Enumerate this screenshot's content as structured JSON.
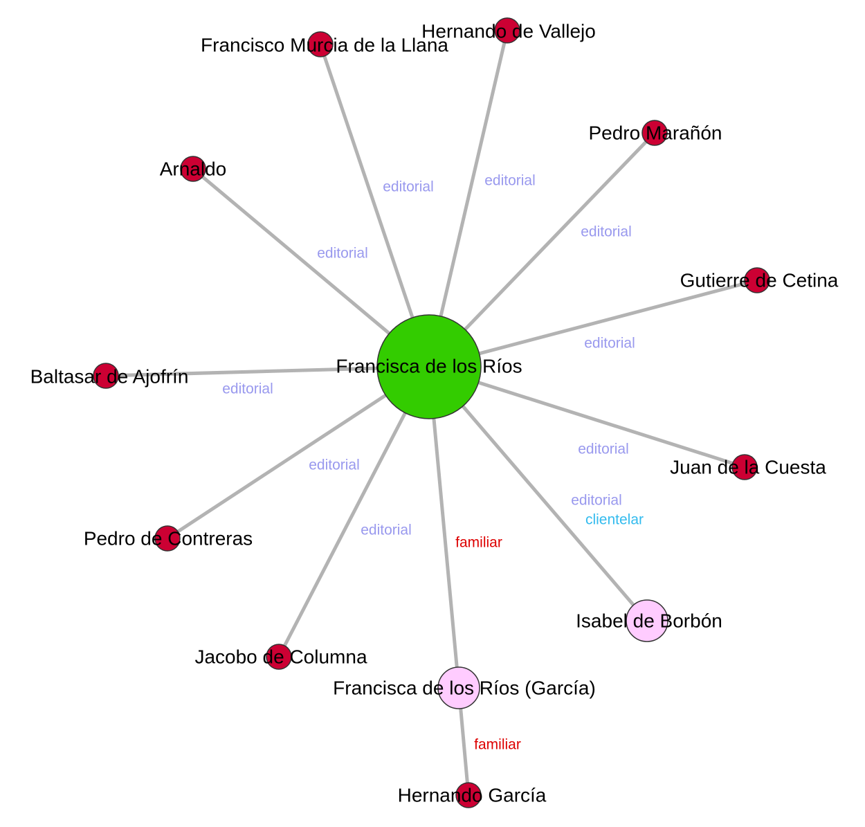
{
  "colors": {
    "center": "#33cc00",
    "person": "#cc0033",
    "secondary": "#ffccff",
    "edge": "#b3b3b3",
    "editorial": "#9999ee",
    "familiar": "#dd0000",
    "clientelar": "#33bbee"
  },
  "nodes": [
    {
      "id": "center",
      "label": "Francisca de los Ríos",
      "type": "center"
    },
    {
      "id": "murcia",
      "label": "Francisco Murcia de la Llana",
      "type": "person"
    },
    {
      "id": "vallejo",
      "label": "Hernando de Vallejo",
      "type": "person"
    },
    {
      "id": "maranon",
      "label": "Pedro Marañón",
      "type": "person"
    },
    {
      "id": "arnaldo",
      "label": "Arnaldo",
      "type": "person"
    },
    {
      "id": "cetina",
      "label": "Gutierre de Cetina",
      "type": "person"
    },
    {
      "id": "ajofrin",
      "label": "Baltasar de Ajofrín",
      "type": "person"
    },
    {
      "id": "cuesta",
      "label": "Juan de la Cuesta",
      "type": "person"
    },
    {
      "id": "contreras",
      "label": "Pedro de Contreras",
      "type": "person"
    },
    {
      "id": "columna",
      "label": "Jacobo de Columna",
      "type": "person"
    },
    {
      "id": "borbon",
      "label": "Isabel de Borbón",
      "type": "secondary"
    },
    {
      "id": "garcia_f",
      "label": "Francisca de los Ríos (García)",
      "type": "secondary"
    },
    {
      "id": "garcia_h",
      "label": "Hernando García",
      "type": "person"
    }
  ],
  "edges": [
    {
      "from": "center",
      "to": "murcia",
      "labels": [
        "editorial"
      ]
    },
    {
      "from": "center",
      "to": "vallejo",
      "labels": [
        "editorial"
      ]
    },
    {
      "from": "center",
      "to": "maranon",
      "labels": [
        "editorial"
      ]
    },
    {
      "from": "center",
      "to": "arnaldo",
      "labels": [
        "editorial"
      ]
    },
    {
      "from": "center",
      "to": "cetina",
      "labels": [
        "editorial"
      ]
    },
    {
      "from": "center",
      "to": "ajofrin",
      "labels": [
        "editorial"
      ]
    },
    {
      "from": "center",
      "to": "cuesta",
      "labels": [
        "editorial"
      ]
    },
    {
      "from": "center",
      "to": "contreras",
      "labels": [
        "editorial"
      ]
    },
    {
      "from": "center",
      "to": "columna",
      "labels": [
        "editorial"
      ]
    },
    {
      "from": "center",
      "to": "borbon",
      "labels": [
        "editorial",
        "clientelar"
      ]
    },
    {
      "from": "center",
      "to": "garcia_f",
      "labels": [
        "familiar"
      ]
    },
    {
      "from": "garcia_f",
      "to": "garcia_h",
      "labels": [
        "familiar"
      ]
    }
  ]
}
